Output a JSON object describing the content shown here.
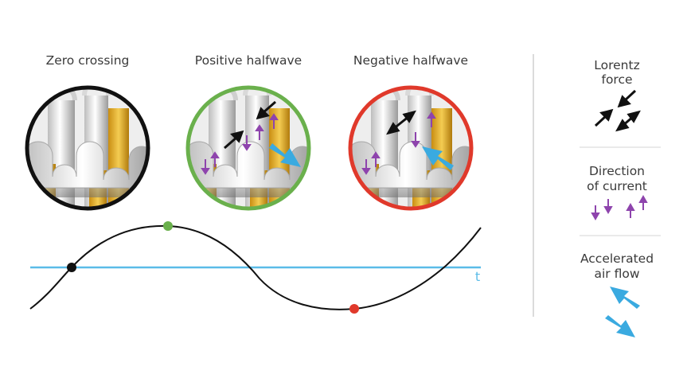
{
  "panels": {
    "zero": {
      "title": "Zero crossing"
    },
    "positive": {
      "title": "Positive halfwave"
    },
    "negative": {
      "title": "Negative halfwave"
    }
  },
  "wave": {
    "time_label": "t"
  },
  "legend": {
    "lorentz": {
      "line1": "Lorentz",
      "line2": "force"
    },
    "current": {
      "line1": "Direction",
      "line2": "of current"
    },
    "airflow": {
      "line1": "Accelerated",
      "line2": "air flow"
    }
  },
  "colors": {
    "zero_ring": "#111111",
    "positive_ring": "#6ab04c",
    "negative_ring": "#e0392b",
    "time_axis": "#5bbce8",
    "current_arrow": "#8e44ad",
    "air_arrow": "#3aaae0",
    "conductor_gold": "#e3b23c",
    "conductor_silver": "#d8d8d8"
  },
  "icons": [
    "lorentz-force-arrow-icon",
    "current-direction-arrow-icon",
    "air-flow-arrow-icon"
  ]
}
